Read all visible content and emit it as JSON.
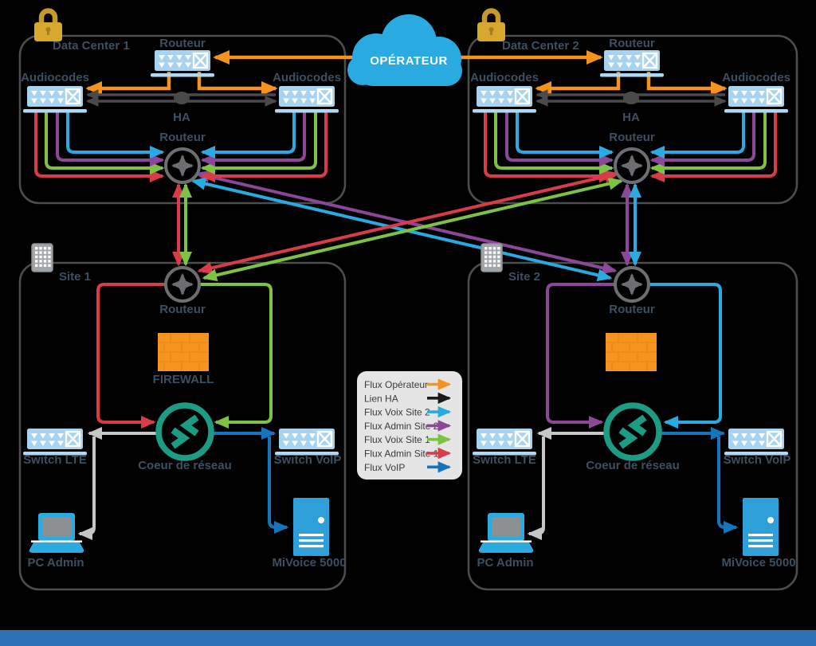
{
  "cloud": {
    "label": "OPÉRATEUR"
  },
  "dc1": {
    "title": "Data Center 1",
    "router_wan": "Routeur",
    "audiocodes_left": "Audiocodes",
    "audiocodes_right": "Audiocodes",
    "ha_label": "HA",
    "router_lan": "Routeur"
  },
  "dc2": {
    "title": "Data Center 2",
    "router_wan": "Routeur",
    "audiocodes_left": "Audiocodes",
    "audiocodes_right": "Audiocodes",
    "ha_label": "HA",
    "router_lan": "Routeur"
  },
  "site1": {
    "title": "Site 1",
    "router": "Routeur",
    "firewall": "FIREWALL",
    "core": "Coeur de réseau",
    "switch_lte": "Switch LTE",
    "switch_voip": "Switch VoIP",
    "pc_admin": "PC Admin",
    "mivoice": "MiVoice 5000"
  },
  "site2": {
    "title": "Site 2",
    "router": "Routeur",
    "core": "Coeur de réseau",
    "switch_lte": "Switch LTE",
    "switch_voip": "Switch VoIP",
    "pc_admin": "PC Admin",
    "mivoice": "MiVoice 5000"
  },
  "legend": {
    "items": [
      {
        "label": "Flux Opérateur",
        "color": "#F6921E"
      },
      {
        "label": "Lien HA",
        "color": "#1A1A1A"
      },
      {
        "label": "Flux Voix Site 2",
        "color": "#29ABE2"
      },
      {
        "label": "Flux Admin Site 2",
        "color": "#8C4799"
      },
      {
        "label": "Flux Voix Site 1",
        "color": "#7DC242"
      },
      {
        "label": "Flux Admin Site 1",
        "color": "#DA3B49"
      },
      {
        "label": "Flux VoIP",
        "color": "#1474BC"
      }
    ]
  },
  "colors": {
    "operator_orange": "#F6921E",
    "ha_dark": "#4A4A4A",
    "voix_site2_cyan": "#29ABE2",
    "admin_site2_purple": "#8C4799",
    "voix_site1_green": "#7DC242",
    "admin_site1_red": "#DA3B49",
    "voip_blue": "#1474BC",
    "admin_gray_link": "#C6C6C6",
    "router_gray": "#6D6E71",
    "device_blue": "#A6D3EF",
    "core_teal": "#1B9C83",
    "firewall_orange": "#F7941E",
    "cloud_blue": "#29ABE2",
    "lock_gold": "#D8A82E",
    "box_border": "#4D4D4D",
    "label_slate": "#3D4F61",
    "legend_bg": "#E5E5E5",
    "footer_bar_blue": "#2B6FB5"
  }
}
